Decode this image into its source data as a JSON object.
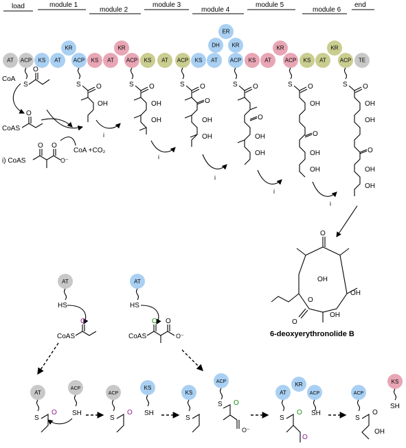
{
  "modules": [
    "load",
    "module 1",
    "module 2",
    "module 3",
    "module 4",
    "module 5",
    "module 6",
    "end"
  ],
  "domains": {
    "AT": "AT",
    "ACP": "ACP",
    "KS": "KS",
    "KR": "KR",
    "DH": "DH",
    "ER": "ER",
    "TE": "TE"
  },
  "labels": {
    "coa": "CoA",
    "coas_propionyl": "CoAS",
    "coa_co2": "CoA +CO₂",
    "malonyl_prefix": "i) CoAS",
    "step_i": "i",
    "oh": "OH",
    "s": "S",
    "o": "O",
    "o_minus": "O⁻",
    "hs": "HS",
    "sh": "SH",
    "product_name": "6-deoxyerythronolide B"
  },
  "colors": {
    "gray": "#c8c8c8",
    "blue": "#a9d0f2",
    "pink": "#e8a6b4",
    "olive": "#c9cd8f",
    "purple": "#8b1a8b",
    "green": "#1a8c1a"
  }
}
